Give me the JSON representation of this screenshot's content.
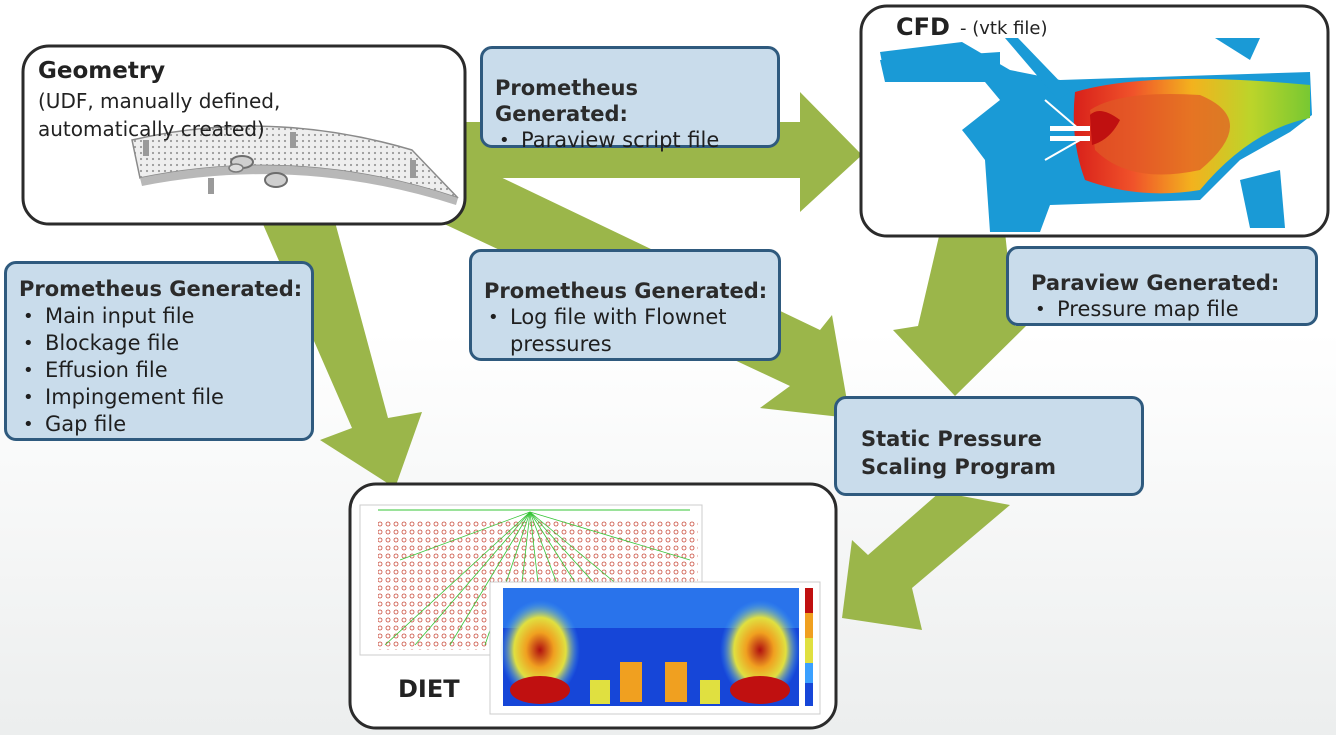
{
  "geometry": {
    "title": "Geometry",
    "subtitle_line1": "(UDF, manually defined,",
    "subtitle_line2": "automatically created)"
  },
  "cfd": {
    "title": "CFD",
    "suffix": "- (vtk file)"
  },
  "diet": {
    "title": "DIET"
  },
  "scaling": {
    "line1": "Static Pressure",
    "line2": "Scaling Program"
  },
  "note_paraview_script": {
    "header": "Prometheus Generated:",
    "items": [
      "Paraview script file"
    ]
  },
  "note_inputs": {
    "header": "Prometheus Generated:",
    "items": [
      "Main input file",
      "Blockage file",
      "Effusion file",
      "Impingement file",
      "Gap file"
    ]
  },
  "note_log": {
    "header": "Prometheus Generated:",
    "items": [
      "Log file with Flownet",
      "pressures"
    ]
  },
  "note_pressure_map": {
    "header": "Paraview Generated:",
    "items": [
      "Pressure map file"
    ]
  },
  "colors": {
    "arrow_fill": "#9bb64a",
    "note_fill": "#c9dceb",
    "note_border": "#2f5a7e",
    "box_border": "#2b2b2b"
  }
}
